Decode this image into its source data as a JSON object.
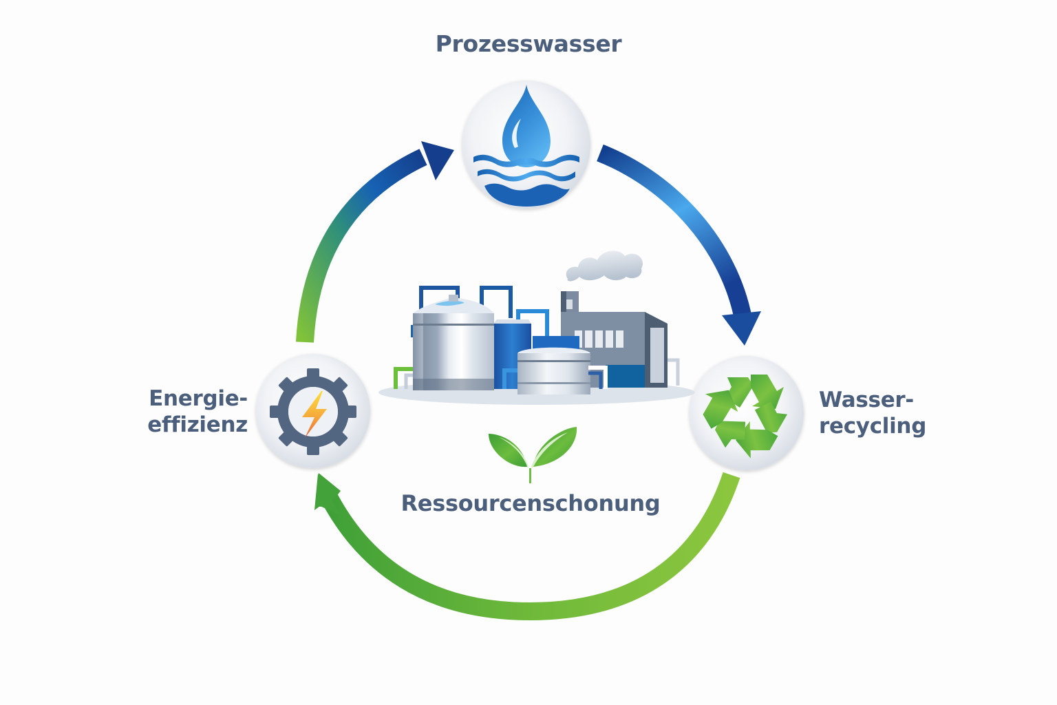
{
  "diagram": {
    "type": "cycle",
    "nodes": [
      {
        "id": "prozesswasser",
        "label": "Prozesswasser",
        "icon": "water-drop-icon"
      },
      {
        "id": "wasserrecycling",
        "label_lines": [
          "Wasser-",
          "recycling"
        ],
        "icon": "recycle-icon"
      },
      {
        "id": "energieeffizienz",
        "label_lines": [
          "Energie-",
          "effizienz"
        ],
        "icon": "gear-lightning-icon"
      }
    ],
    "center": {
      "illustration": "industrial-plant-icon",
      "icon": "leaf-icon",
      "label": "Ressourcenschonung"
    },
    "flow": [
      {
        "from": "energieeffizienz",
        "to": "prozesswasser",
        "colors": [
          "#7cc03a",
          "#1a4f9c"
        ]
      },
      {
        "from": "prozesswasser",
        "to": "wasserrecycling",
        "colors": [
          "#123f8f",
          "#4aa7ea",
          "#1b5cb0"
        ]
      },
      {
        "from": "wasserrecycling",
        "to": "energieeffizienz",
        "colors": [
          "#84c43c",
          "#4aa43a"
        ]
      }
    ]
  },
  "colors": {
    "text": "#4b5f7c",
    "blue_dark": "#153f8c",
    "blue_light": "#4aa8ec",
    "green_light": "#86c440",
    "green_dark": "#44a23a",
    "gear": "#536681",
    "bolt_top": "#ffd93a",
    "bolt_bottom": "#ea6a3a",
    "circle_bg": "#e6eaef"
  }
}
